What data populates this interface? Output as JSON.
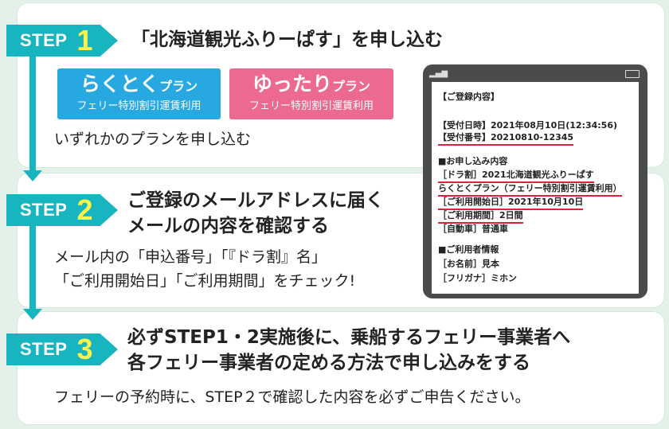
{
  "step1": {
    "step_label": "STEP",
    "number": "1",
    "title": "「北海道観光ふりーぱす」を申し込む",
    "plans": [
      {
        "name": "らくとく",
        "suffix": "プラン",
        "sub": "フェリー特別割引運賃利用",
        "color": "#28a8e0"
      },
      {
        "name": "ゆったり",
        "suffix": "プラン",
        "sub": "フェリー特別割引運賃利用",
        "color": "#ec6a8f"
      }
    ],
    "body": "いずれかのプランを申し込む"
  },
  "step2": {
    "step_label": "STEP",
    "number": "2",
    "title_line1": "ご登録のメールアドレスに届く",
    "title_line2": "メールの内容を確認する",
    "body_line1": "メール内の「申込番号」「『ドラ割』名」",
    "body_line2": "「ご利用開始日」「ご利用期間」をチェック!"
  },
  "step3": {
    "step_label": "STEP",
    "number": "3",
    "title_line1": "必ずSTEP1・2実施後に、乗船するフェリー事業者へ",
    "title_line2": "各フェリー事業者の定める方法で申し込みをする",
    "body": "フェリーの予約時に、STEP２で確認した内容を必ずご申告ください。"
  },
  "email": {
    "header": "【ご登録内容】",
    "lines": [
      "【受付日時】2021年08月10日(12:34:56)",
      "【受付番号】20210810-12345",
      "■お申し込み内容",
      "［ドラ割］2021北海道観光ふりーぱす",
      "らくとくプラン（フェリー特別割引運賃利用）",
      "［ご利用開始日］2021年10月10日",
      "［ご利用期間］2日間",
      "［自動車］普通車",
      "■ご利用者情報",
      "［お名前］見本",
      "［フリガナ］ミホン"
    ]
  },
  "colors": {
    "step_tab": "#16b5bf",
    "step_number": "#fff34a",
    "underline": "#e0213a",
    "background": "#e3f1e9"
  },
  "icons": [
    "signal-icon",
    "battery-icon",
    "arrow-down-icon"
  ]
}
